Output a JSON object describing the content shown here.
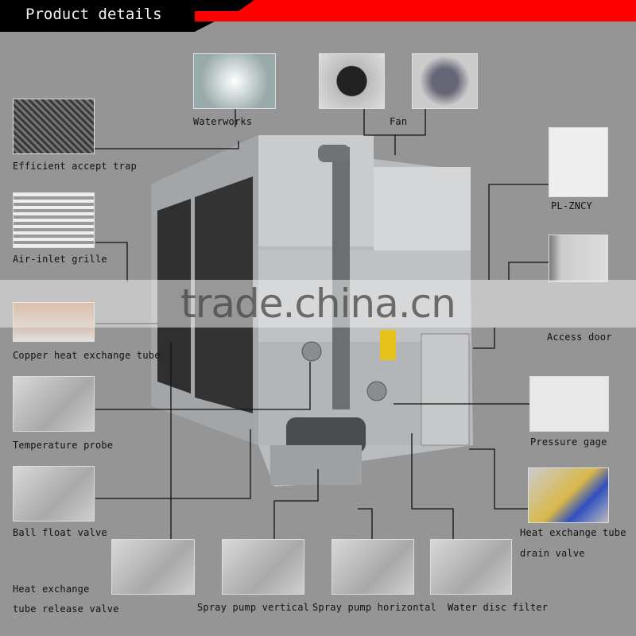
{
  "header": {
    "title": "Product details",
    "accent_color": "#ff0000",
    "bar_color": "#000000"
  },
  "background_color": "#959595",
  "components": [
    {
      "label": "Efficient accept trap"
    },
    {
      "label": "Air-inlet grille"
    },
    {
      "label": "Copper heat exchange tube"
    },
    {
      "label": "Temperature probe"
    },
    {
      "label": "Ball float valve"
    },
    {
      "label_line1": "Heat exchange",
      "label_line2": "tube release valve"
    },
    {
      "label": "Spray pump vertical"
    },
    {
      "label": "Spray pump horizontal"
    },
    {
      "label": "Water disc filter"
    },
    {
      "label": "Waterworks"
    },
    {
      "label": "Fan"
    },
    {
      "label": "PL-ZNCY"
    },
    {
      "label": "Access door"
    },
    {
      "label": "Pressure gage"
    },
    {
      "label_line1": "Heat exchange tube",
      "label_line2": "drain valve"
    }
  ],
  "watermark": "trade.china.cn"
}
